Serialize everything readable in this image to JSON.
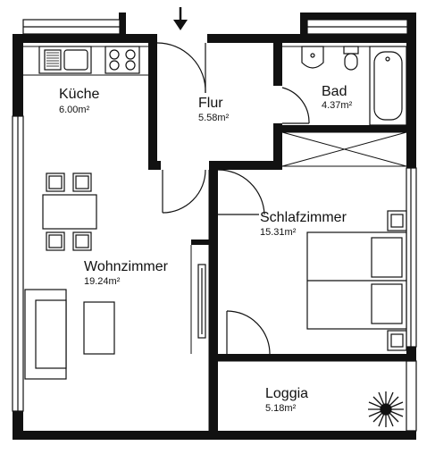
{
  "rooms": {
    "kueche": {
      "name": "Küche",
      "area": "6.00m²"
    },
    "flur": {
      "name": "Flur",
      "area": "5.58m²"
    },
    "bad": {
      "name": "Bad",
      "area": "4.37m²"
    },
    "schlafzimmer": {
      "name": "Schlafzimmer",
      "area": "15.31m²"
    },
    "wohnzimmer": {
      "name": "Wohnzimmer",
      "area": "19.24m²"
    },
    "loggia": {
      "name": "Loggia",
      "area": "5.18m²"
    }
  },
  "icons": {
    "entrance": "down-arrow-icon",
    "plant": "plant-icon"
  }
}
